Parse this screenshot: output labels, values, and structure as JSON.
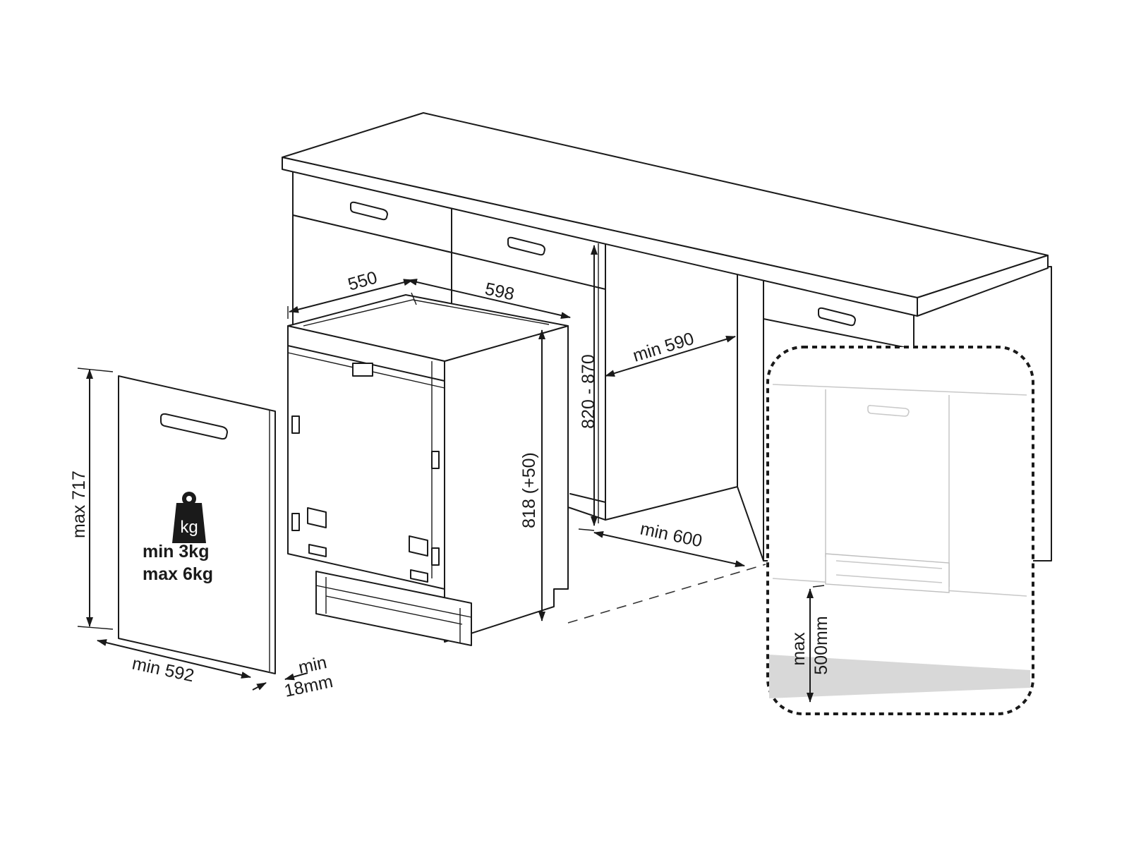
{
  "labels": {
    "depth_550": "550",
    "width_598": "598",
    "height_range": "820 - 870",
    "niche_width": "min 590",
    "appliance_height": "818 (+50)",
    "niche_depth": "min 600",
    "panel_height": "max 717",
    "panel_width": "min 592",
    "panel_thickness_min": "min",
    "panel_thickness_value": "18mm",
    "weight_min": "min  3kg",
    "weight_max": "max 6kg",
    "kg_icon_text": "kg",
    "plinth_max": "max",
    "plinth_value": "500mm"
  },
  "icons": {
    "weight": "weight-kg-icon"
  }
}
